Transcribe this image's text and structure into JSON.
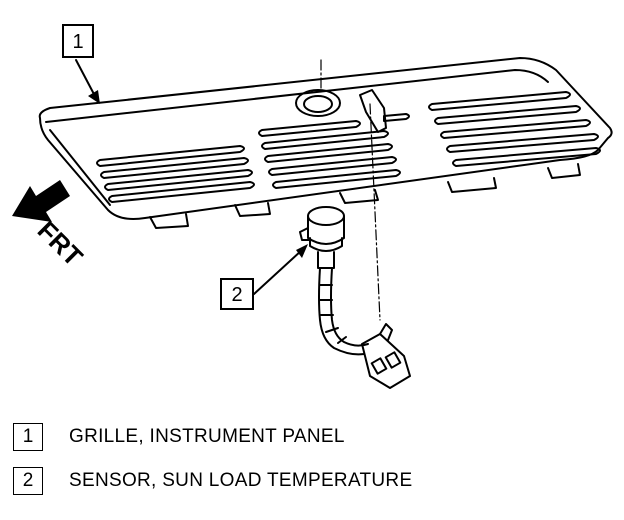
{
  "callouts": {
    "grille": "1",
    "sensor": "2"
  },
  "direction_label": "FRT",
  "legend": [
    {
      "number": "1",
      "text": "GRILLE, INSTRUMENT PANEL"
    },
    {
      "number": "2",
      "text": "SENSOR, SUN LOAD TEMPERATURE"
    }
  ],
  "colors": {
    "line": "#000000",
    "background": "#ffffff"
  }
}
